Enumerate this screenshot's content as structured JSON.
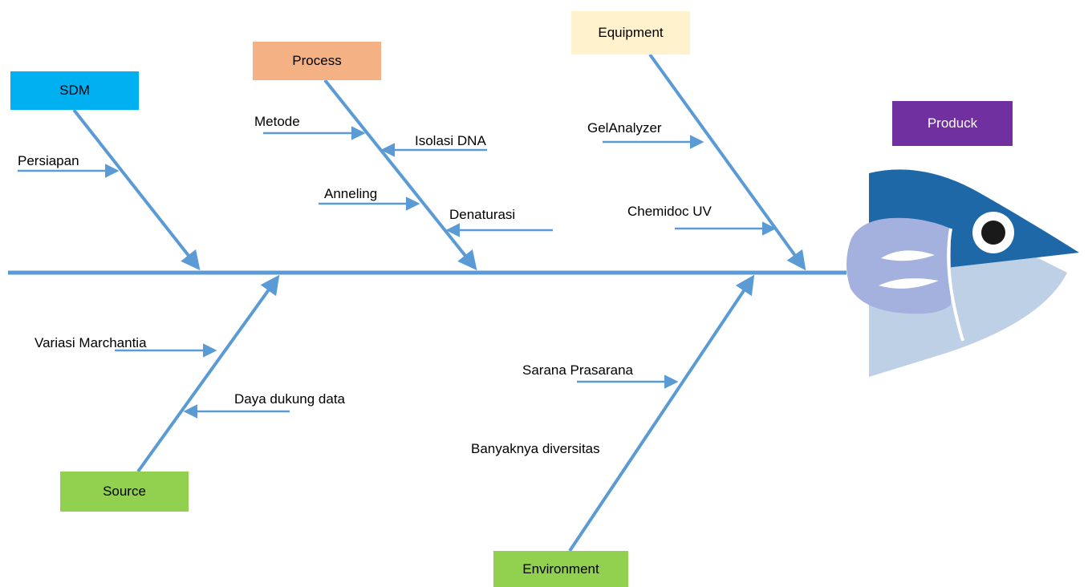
{
  "colors": {
    "bone": "#5b9bd5",
    "sdm": "#00b0f0",
    "process": "#f4b183",
    "equipment": "#fff2cc",
    "source": "#92d050",
    "environment": "#92d050",
    "product": "#7030a0",
    "fish_head_dark": "#1f68a8",
    "fish_head_light": "#bdd0e6",
    "fish_fin": "#a4b1df"
  },
  "categories": {
    "sdm": "SDM",
    "process": "Process",
    "equipment": "Equipment",
    "source": "Source",
    "environment": "Environment"
  },
  "product": "Produck",
  "causes": {
    "persiapan": "Persiapan",
    "metode": "Metode",
    "isolasi_dna": "Isolasi DNA",
    "anneling": "Anneling",
    "denaturasi": "Denaturasi",
    "gel_analyzer": "GelAnalyzer",
    "chemidoc_uv": "Chemidoc UV",
    "variasi_marchantia": "Variasi Marchantia",
    "daya_dukung_data": "Daya dukung data",
    "sarana_prasarana": "Sarana Prasarana",
    "banyaknya_diversitas": "Banyaknya diversitas"
  }
}
